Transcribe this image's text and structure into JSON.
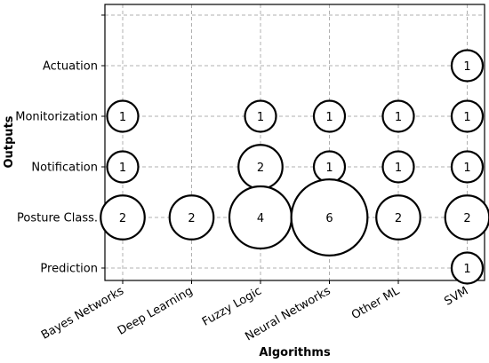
{
  "chart_data": {
    "type": "scatter",
    "title": "",
    "xlabel": "Algorithms",
    "ylabel": "Outputs",
    "x_categories": [
      "Bayes Networks",
      "Deep Learning",
      "Fuzzy Logic",
      "Neural Networks",
      "Other ML",
      "SVM"
    ],
    "y_categories": [
      "Prediction",
      "Posture Class.",
      "Notification",
      "Monitorization",
      "Actuation",
      ""
    ],
    "grid": true,
    "points": [
      {
        "x": "Bayes Networks",
        "y": "Monitorization",
        "value": 1
      },
      {
        "x": "Bayes Networks",
        "y": "Notification",
        "value": 1
      },
      {
        "x": "Bayes Networks",
        "y": "Posture Class.",
        "value": 2
      },
      {
        "x": "Deep Learning",
        "y": "Posture Class.",
        "value": 2
      },
      {
        "x": "Fuzzy Logic",
        "y": "Monitorization",
        "value": 1
      },
      {
        "x": "Fuzzy Logic",
        "y": "Notification",
        "value": 2
      },
      {
        "x": "Fuzzy Logic",
        "y": "Posture Class.",
        "value": 4
      },
      {
        "x": "Neural Networks",
        "y": "Monitorization",
        "value": 1
      },
      {
        "x": "Neural Networks",
        "y": "Notification",
        "value": 1
      },
      {
        "x": "Neural Networks",
        "y": "Posture Class.",
        "value": 6
      },
      {
        "x": "Other ML",
        "y": "Monitorization",
        "value": 1
      },
      {
        "x": "Other ML",
        "y": "Notification",
        "value": 1
      },
      {
        "x": "Other ML",
        "y": "Posture Class.",
        "value": 2
      },
      {
        "x": "SVM",
        "y": "Actuation",
        "value": 1
      },
      {
        "x": "SVM",
        "y": "Monitorization",
        "value": 1
      },
      {
        "x": "SVM",
        "y": "Notification",
        "value": 1
      },
      {
        "x": "SVM",
        "y": "Posture Class.",
        "value": 2
      },
      {
        "x": "SVM",
        "y": "Prediction",
        "value": 1
      }
    ]
  }
}
